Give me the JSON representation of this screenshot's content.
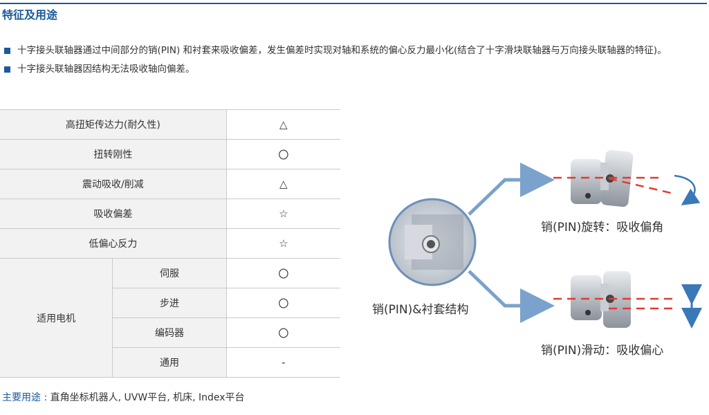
{
  "section_title": "特征及用途",
  "bullets": [
    "十字接头联轴器通过中间部分的销(PIN) 和衬套来吸收偏差，发生偏差时实现对轴和系统的偏心反力最小化(结合了十字滑块联轴器与万向接头联轴器的特征)。",
    "十字接头联轴器因结构无法吸收轴向偏差。"
  ],
  "table": {
    "rows": [
      {
        "label": "高扭矩传达力(耐久性)",
        "value": "△"
      },
      {
        "label": "扭转刚性",
        "value": "〇"
      },
      {
        "label": "震动吸收/削减",
        "value": "△"
      },
      {
        "label": "吸收偏差",
        "value": "☆"
      },
      {
        "label": "低偏心反力",
        "value": "☆"
      }
    ],
    "group_label": "适用电机",
    "group_rows": [
      {
        "label": "伺服",
        "value": "〇"
      },
      {
        "label": "步进",
        "value": "〇"
      },
      {
        "label": "编码器",
        "value": "〇"
      },
      {
        "label": "通用",
        "value": "-"
      }
    ]
  },
  "usage": {
    "key": "主要用途 : ",
    "text": "直角坐标机器人, UVW平台, 机床, Index平台"
  },
  "diagram": {
    "center_caption": "销(PIN)&衬套结构",
    "top_caption": "销(PIN)旋转：吸收偏角",
    "bottom_caption": "销(PIN)滑动：吸收偏心",
    "colors": {
      "arrow": "#7aa2cc",
      "dashed": "#e03a2f",
      "curve_arrow": "#3a78b8"
    }
  }
}
